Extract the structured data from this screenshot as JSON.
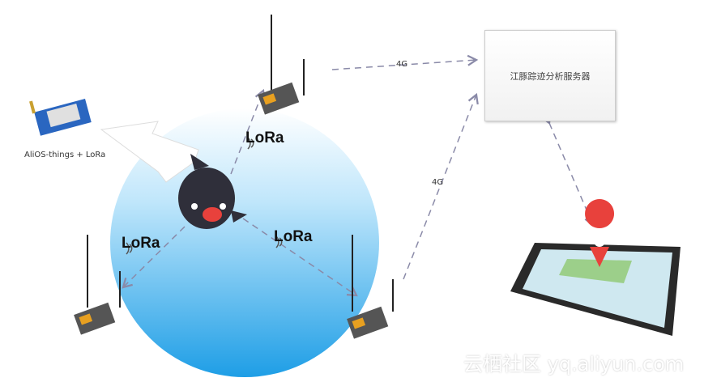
{
  "module_label": "AliOS-things + LoRa",
  "server_label": "江豚踪迹分析服务器",
  "links": [
    {
      "label": "4G"
    },
    {
      "label": "4G"
    }
  ],
  "lora_labels": [
    "LoRa",
    "LoRa",
    "LoRa"
  ],
  "watermark": "云栖社区 yq.aliyun.com",
  "colors": {
    "water": "#1e9ee6",
    "pin": "#e8413c",
    "dash": "#8a8aa8"
  }
}
